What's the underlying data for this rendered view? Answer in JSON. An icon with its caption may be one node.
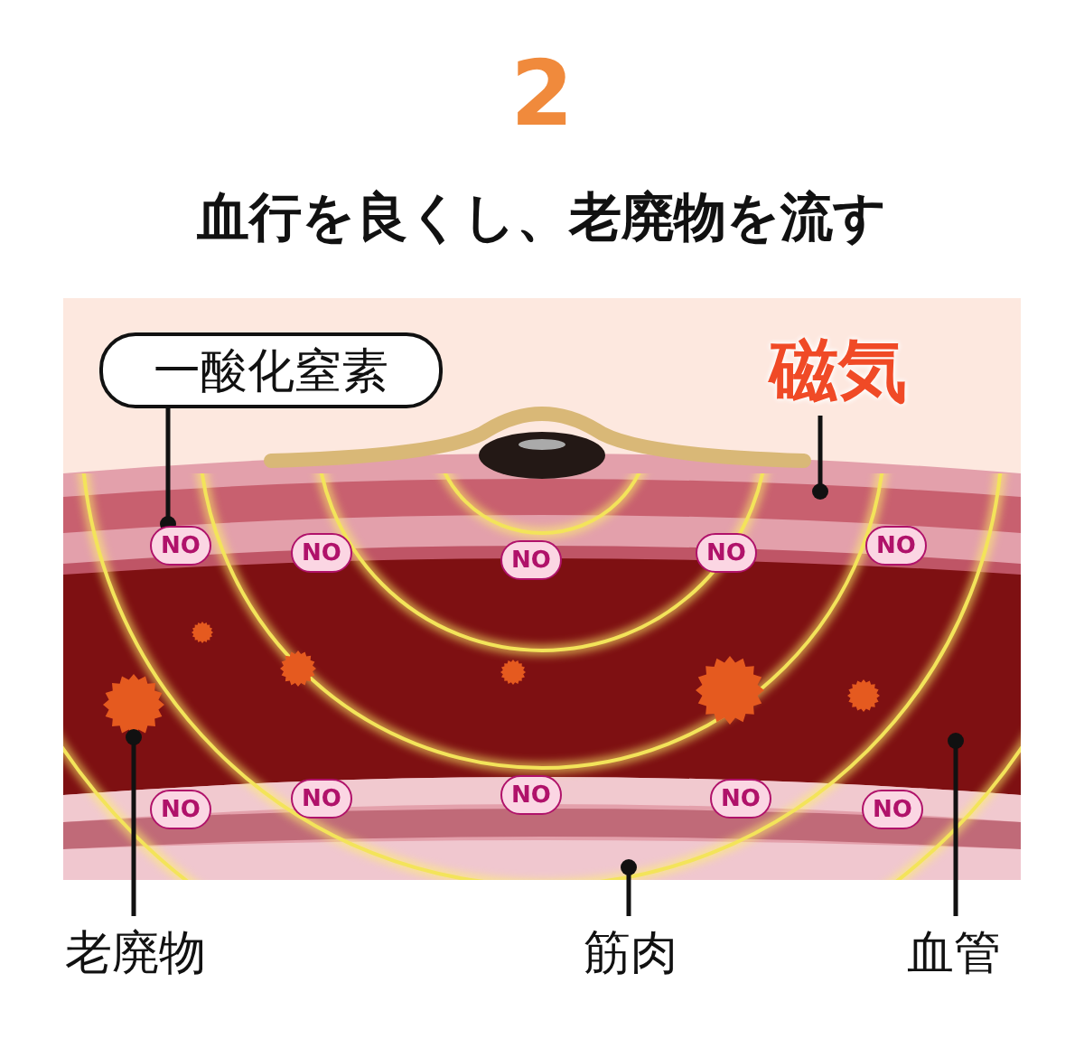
{
  "diagram": {
    "title": "血行を良くし、老廃物を流す",
    "nodes": [
      {
        "text": [
          "一酸化窒素"
        ]
      },
      {
        "text": [
          "磁気"
        ]
      },
      {
        "text": [
          "老廃物"
        ]
      },
      {
        "text": [
          "筋肉"
        ]
      },
      {
        "text": [
          "血管"
        ]
      },
      {
        "text": [
          "NO"
        ]
      },
      {
        "text": [
          "NO"
        ]
      },
      {
        "text": [
          "NO"
        ]
      },
      {
        "text": [
          "NO"
        ]
      },
      {
        "text": [
          "NO"
        ]
      },
      {
        "text": [
          "NO"
        ]
      },
      {
        "text": [
          "NO"
        ]
      },
      {
        "text": [
          "NO"
        ]
      },
      {
        "text": [
          "NO"
        ]
      },
      {
        "text": [
          "NO"
        ]
      }
    ],
    "edges": [
      {
        "from": 0,
        "to": 5,
        "arrow": "other"
      },
      {
        "from": 1,
        "to": null,
        "arrow": "other"
      },
      {
        "from": 2,
        "to": null,
        "arrow": "other"
      },
      {
        "from": 3,
        "to": null,
        "arrow": "other"
      },
      {
        "from": 4,
        "to": null,
        "arrow": "other"
      }
    ],
    "labels": [
      "2"
    ]
  }
}
